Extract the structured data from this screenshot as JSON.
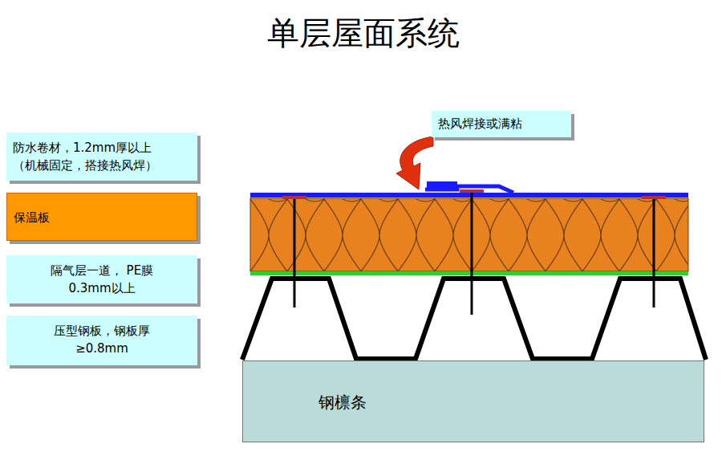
{
  "diagram": {
    "title": "单层屋面系统",
    "nodes": [
      {
        "text": [
          "热风焊接或满粘"
        ]
      },
      {
        "text": [
          "防水卷材，1.2mm厚以上 （机械固定，搭接热风焊）"
        ]
      },
      {
        "text": [
          "保温板"
        ]
      },
      {
        "text": [
          "隔气层一道， PE膜0.3mm以上"
        ]
      },
      {
        "text": [
          "压型钢板，钢板厚 ≥0.8mm"
        ]
      },
      {
        "text": [
          "钢檩条"
        ]
      }
    ]
  }
}
